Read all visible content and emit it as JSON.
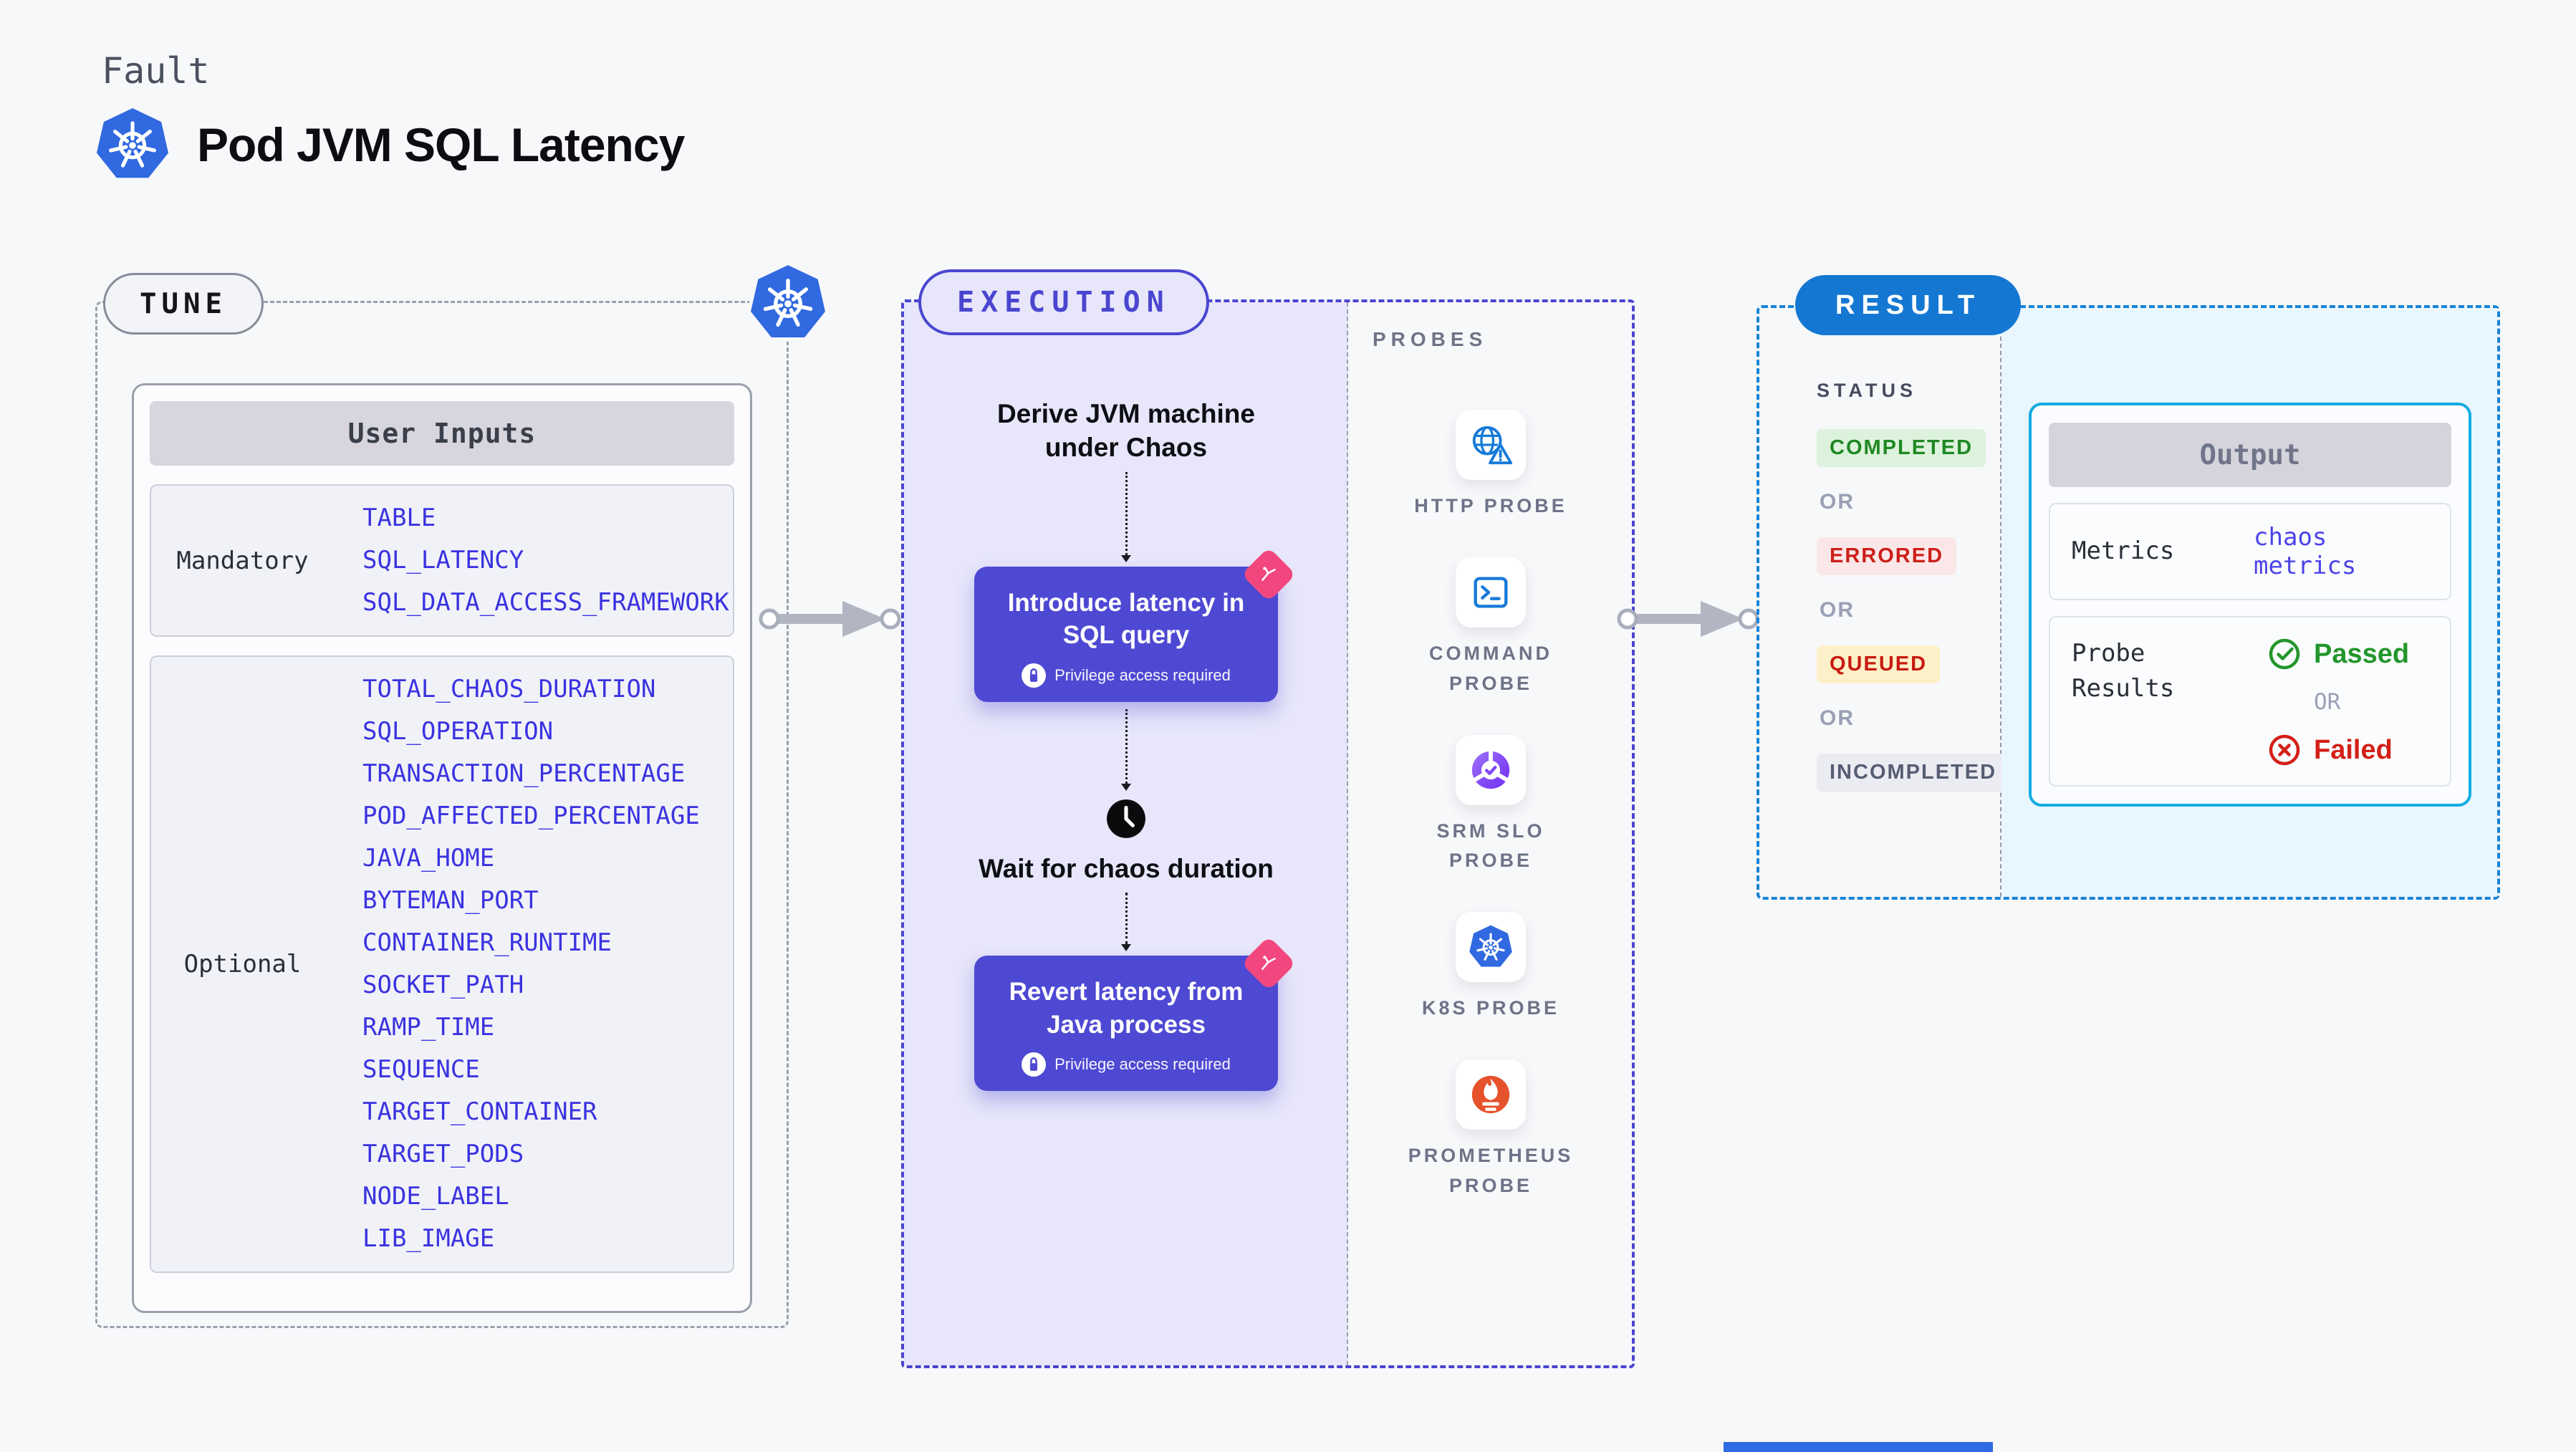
{
  "page": {
    "kicker": "Fault",
    "title": "Pod JVM SQL Latency",
    "background": "#f7f8fa"
  },
  "tune": {
    "label": "TUNE",
    "user_inputs": {
      "header": "User Inputs",
      "groups": [
        {
          "label": "Mandatory",
          "params": [
            "TABLE",
            "SQL_LATENCY",
            "SQL_DATA_ACCESS_FRAMEWORK"
          ]
        },
        {
          "label": "Optional",
          "params": [
            "TOTAL_CHAOS_DURATION",
            "SQL_OPERATION",
            "TRANSACTION_PERCENTAGE",
            "POD_AFFECTED_PERCENTAGE",
            "JAVA_HOME",
            "BYTEMAN_PORT",
            "CONTAINER_RUNTIME",
            "SOCKET_PATH",
            "RAMP_TIME",
            "SEQUENCE",
            "TARGET_CONTAINER",
            "TARGET_PODS",
            "NODE_LABEL",
            "LIB_IMAGE"
          ]
        }
      ]
    }
  },
  "execution": {
    "label": "EXECUTION",
    "steps": {
      "derive": "Derive JVM machine under Chaos",
      "introduce": "Introduce latency in SQL query",
      "wait": "Wait for chaos duration",
      "revert": "Revert latency from Java process",
      "privilege_note": "Privilege access required"
    }
  },
  "probes": {
    "label": "PROBES",
    "items": [
      {
        "label": "HTTP PROBE",
        "icon": "globe-alert-icon"
      },
      {
        "label": "COMMAND PROBE",
        "icon": "terminal-icon"
      },
      {
        "label": "SRM SLO PROBE",
        "icon": "slo-check-icon"
      },
      {
        "label": "K8S PROBE",
        "icon": "kubernetes-icon"
      },
      {
        "label": "PROMETHEUS PROBE",
        "icon": "prometheus-icon"
      }
    ]
  },
  "result": {
    "label": "RESULT",
    "status_label": "STATUS",
    "or_label": "OR",
    "statuses": [
      {
        "label": "COMPLETED",
        "text_color": "#1e8822",
        "bg_color": "#ddf2dc"
      },
      {
        "label": "ERRORED",
        "text_color": "#cc1f1a",
        "bg_color": "#fbe7e7"
      },
      {
        "label": "QUEUED",
        "text_color": "#c81b10",
        "bg_color": "#fcf0c8"
      },
      {
        "label": "INCOMPLETED",
        "text_color": "#565c73",
        "bg_color": "#ebecf2"
      }
    ],
    "output": {
      "header": "Output",
      "metrics_label": "Metrics",
      "metrics_value": "chaos metrics",
      "probe_results_label": "Probe Results",
      "passed_label": "Passed",
      "failed_label": "Failed"
    }
  },
  "colors": {
    "indigo_accent": "#4a46d0",
    "indigo_card": "#4e49d3",
    "param_text": "#3a33e0",
    "result_blue": "#1478d3",
    "result_dash": "#1583d8",
    "output_border": "#12abe2",
    "output_zone_bg": "#e8f6fd",
    "passed_green": "#23962b",
    "failed_red": "#d32017",
    "pink_badge": "#f2477e",
    "arrow_gray": "#b2b6c3",
    "kubernetes_blue": "#3069e0",
    "probe_icon_blue": "#177ad8",
    "prometheus_orange": "#e6522c",
    "srm_purple": "#8247f5"
  }
}
